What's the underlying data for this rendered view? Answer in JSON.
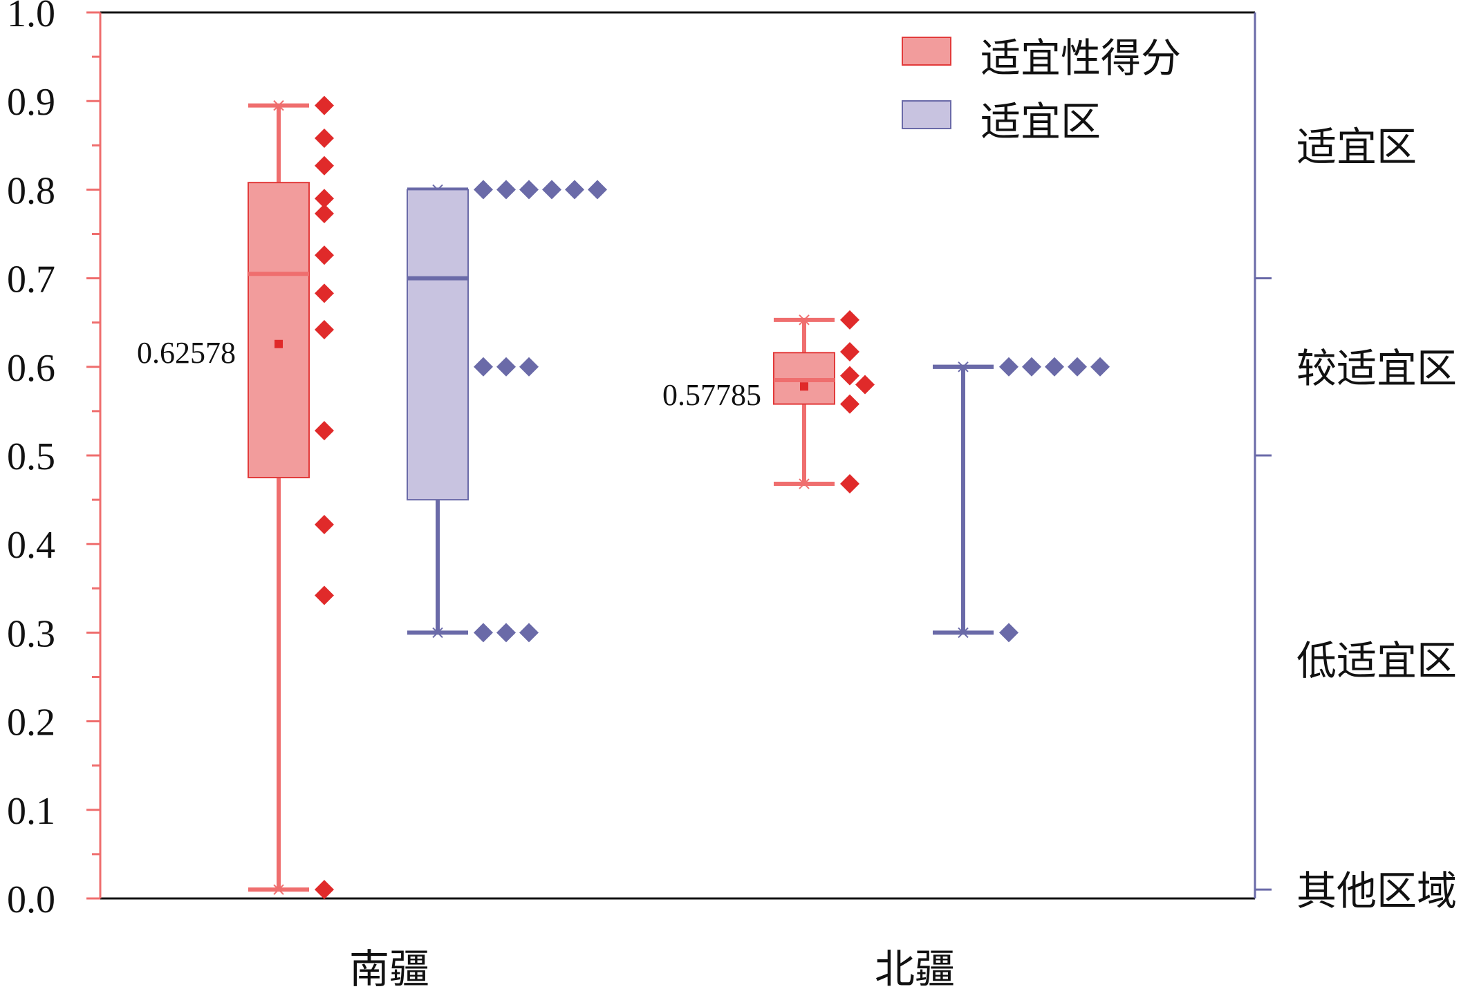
{
  "chart_data": {
    "type": "box",
    "categories": [
      "南疆",
      "北疆"
    ],
    "ylim": [
      0,
      1.0
    ],
    "left_ticks": [
      "0.0",
      "0.1",
      "0.2",
      "0.3",
      "0.4",
      "0.5",
      "0.6",
      "0.7",
      "0.8",
      "0.9",
      "1.0"
    ],
    "right_axis": {
      "color": "#6a6aa8",
      "zone_labels": [
        {
          "label": "适宜区",
          "y": 0.85
        },
        {
          "label": "较适宜区",
          "y": 0.6
        },
        {
          "label": "低适宜区",
          "y": 0.27
        },
        {
          "label": "其他区域",
          "y": 0.01
        }
      ],
      "ticks": [
        0.7,
        0.5,
        0.01
      ]
    },
    "legend": {
      "position": "top-right",
      "items": [
        {
          "label": "适宜性得分",
          "fill": "#f29c9c",
          "stroke": "#e23a3a"
        },
        {
          "label": "适宜区",
          "fill": "#c8c3e0",
          "stroke": "#6a6aa8"
        }
      ]
    },
    "series": [
      {
        "name": "适宜性得分",
        "color": "#ef6e6e",
        "box_fill": "#f29c9c",
        "box_stroke": "#e23a3a",
        "point_color": "#e02a2a",
        "groups": [
          {
            "category": "南疆",
            "whisker_low": 0.01,
            "q1": 0.475,
            "median": 0.705,
            "q3": 0.808,
            "whisker_high": 0.895,
            "mean": 0.62578,
            "mean_label": "0.62578",
            "points": [
              0.895,
              0.858,
              0.827,
              0.79,
              0.773,
              0.726,
              0.683,
              0.642,
              0.528,
              0.422,
              0.342,
              0.01
            ]
          },
          {
            "category": "北疆",
            "whisker_low": 0.468,
            "q1": 0.558,
            "median": 0.585,
            "q3": 0.616,
            "whisker_high": 0.653,
            "mean": 0.57785,
            "mean_label": "0.57785",
            "points": [
              0.653,
              0.617,
              0.59,
              0.58,
              0.558,
              0.468
            ]
          }
        ]
      },
      {
        "name": "适宜区",
        "color": "#6a6aa8",
        "box_fill": "#c8c3e0",
        "box_stroke": "#6a6aa8",
        "point_color": "#6a6aa8",
        "groups": [
          {
            "category": "南疆",
            "whisker_low": 0.3,
            "q1": 0.45,
            "median": 0.7,
            "q3": 0.8,
            "whisker_high": 0.8,
            "points": [
              0.8,
              0.8,
              0.8,
              0.8,
              0.8,
              0.8,
              0.6,
              0.6,
              0.6,
              0.3,
              0.3,
              0.3
            ]
          },
          {
            "category": "北疆",
            "whisker_low": 0.3,
            "q1": 0.6,
            "median": 0.6,
            "q3": 0.6,
            "whisker_high": 0.6,
            "points": [
              0.6,
              0.6,
              0.6,
              0.6,
              0.6,
              0.3
            ]
          }
        ]
      }
    ]
  }
}
